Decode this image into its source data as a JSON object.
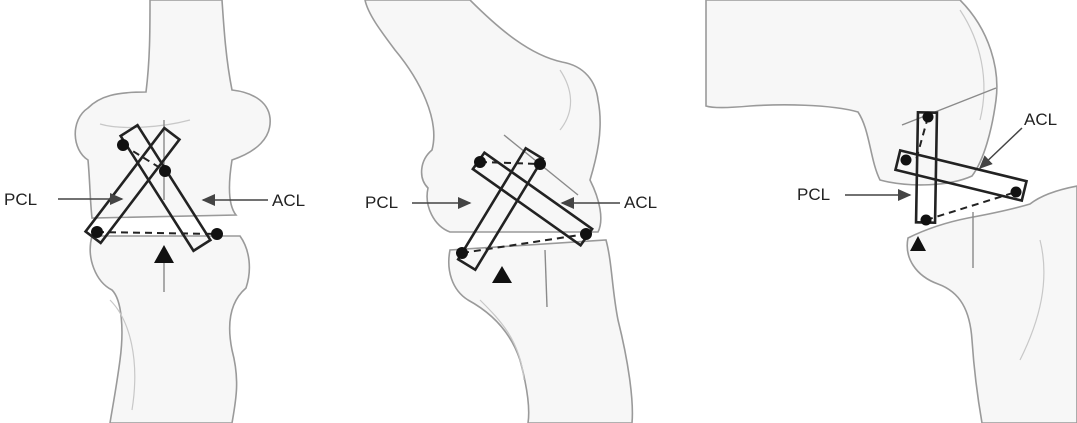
{
  "panels": [
    {
      "label_left": "PCL",
      "label_right": "ACL"
    },
    {
      "label_left": "PCL",
      "label_right": "ACL"
    },
    {
      "label_left": "PCL",
      "label_right": "ACL"
    }
  ]
}
